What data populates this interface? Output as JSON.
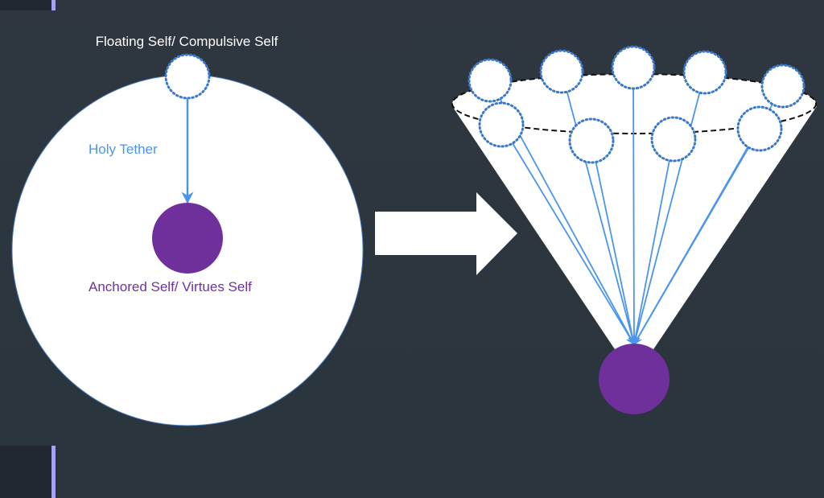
{
  "labels": {
    "floating_self": "Floating Self/ Compulsive Self",
    "holy_tether": "Holy Tether",
    "anchored_self": "Anchored Self/ Virtues Self"
  },
  "colors": {
    "background": "#2c353d",
    "circle_fill": "#ffffff",
    "tether_blue": "#4a94ee",
    "dotted_outline": "#3b78c9",
    "anchor_purple": "#70309c",
    "label_white": "#ffffff",
    "corner_accent": "#a6a4f0"
  },
  "left_diagram": {
    "nodes": [
      "floating-self",
      "anchored-self"
    ],
    "edges": [
      {
        "from": "floating-self",
        "to": "anchored-self",
        "label": "holy_tether"
      }
    ]
  },
  "right_diagram": {
    "floating_selves_count": 9,
    "anchored_selves_count": 1
  }
}
